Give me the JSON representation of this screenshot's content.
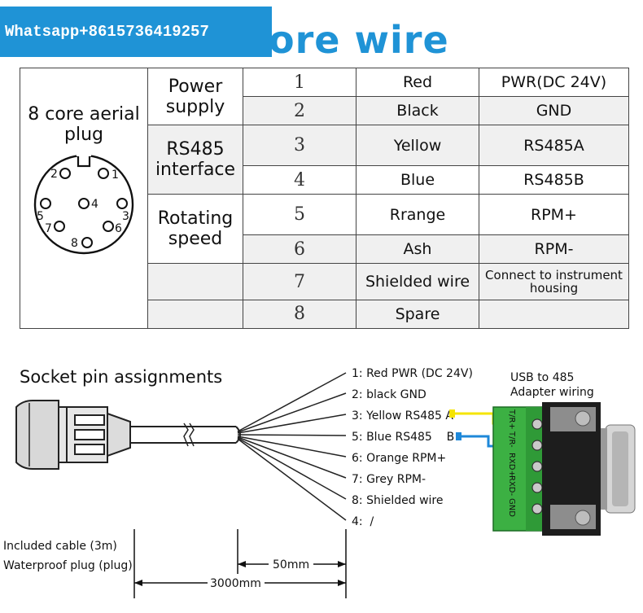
{
  "watermark": "Whatsapp+8615736419257",
  "title": "ore wire",
  "plug": {
    "label": "8 core aerial plug",
    "pins": [
      "1",
      "2",
      "3",
      "4",
      "5",
      "6",
      "7",
      "8"
    ]
  },
  "table": {
    "groups": [
      "Power supply",
      "RS485 interface",
      "Rotating speed",
      "",
      ""
    ],
    "rows": [
      {
        "num": "1",
        "color": "Red",
        "function": "PWR(DC 24V)"
      },
      {
        "num": "2",
        "color": "Black",
        "function": "GND"
      },
      {
        "num": "3",
        "color": "Yellow",
        "function": "RS485A"
      },
      {
        "num": "4",
        "color": "Blue",
        "function": "RS485B"
      },
      {
        "num": "5",
        "color": "Rrange",
        "function": "RPM+"
      },
      {
        "num": "6",
        "color": "Ash",
        "function": "RPM-"
      },
      {
        "num": "7",
        "color": "Shielded wire",
        "function": "Connect to instrument housing"
      },
      {
        "num": "8",
        "color": "Spare",
        "function": ""
      }
    ]
  },
  "socket": {
    "heading": "Socket pin assignments",
    "wires": [
      "1: Red PWR (DC 24V)",
      "2: black GND",
      "3: Yellow RS485 A",
      "5: Blue RS485    B",
      "6: Orange RPM+",
      "7: Grey RPM-",
      "8: Shielded wire",
      "4:  /"
    ],
    "cable_note": "Included cable (3m)",
    "plug_note": "Waterproof plug (plug)",
    "dim_short": "50mm",
    "dim_long": "3000mm"
  },
  "adapter": {
    "title_line1": "USB to 485",
    "title_line2": "Adapter wiring",
    "terminals": [
      "T/R+",
      "T/R-",
      "RXD+",
      "RXD-",
      "GND"
    ]
  },
  "colors": {
    "accent": "#1f93d6",
    "terminal_green": "#3cb043",
    "yellow_wire": "#f5e400",
    "blue_wire": "#1e88d9"
  }
}
